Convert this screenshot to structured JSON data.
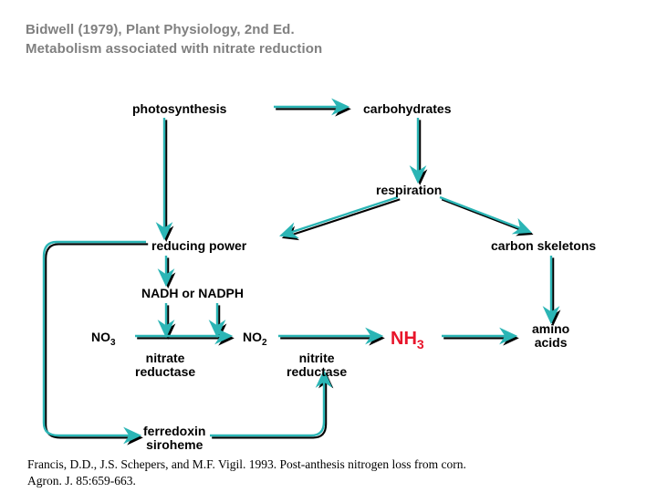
{
  "slide": {
    "background_color": "#ffffff",
    "title": {
      "color": "#808080",
      "line1": "Bidwell (1979), Plant Physiology, 2nd Ed.",
      "line2": "Metabolism associated with nitrate reduction"
    },
    "citation": {
      "line1": "Francis, D.D., J.S. Schepers, and M.F. Vigil.  1993.  Post-anthesis nitrogen loss from corn.",
      "line2": "Agron. J. 85:659-663."
    }
  },
  "theme": {
    "arrow_color": "#2bb5b5",
    "arrow_shadow_color": "#000000",
    "node_text_color": "#000000",
    "highlight_color": "#e8142a"
  },
  "diagram": {
    "type": "flowchart",
    "title": "Metabolism associated with nitrate reduction",
    "nodes": [
      {
        "id": "photosynthesis",
        "label": "photosynthesis"
      },
      {
        "id": "carbohydrates",
        "label": "carbohydrates"
      },
      {
        "id": "respiration",
        "label": "respiration"
      },
      {
        "id": "reducing_power",
        "label": "reducing power"
      },
      {
        "id": "carbon_skeletons",
        "label": "carbon skeletons"
      },
      {
        "id": "nadh_nadph",
        "label": "NADH or NADPH"
      },
      {
        "id": "no3",
        "label": "NO",
        "subscript": "3"
      },
      {
        "id": "no2",
        "label": "NO",
        "subscript": "2"
      },
      {
        "id": "nh3",
        "label": "NH",
        "subscript": "3",
        "color": "#e8142a"
      },
      {
        "id": "amino_acids",
        "label_line1": "amino",
        "label_line2": "acids"
      },
      {
        "id": "nitrate_reductase",
        "label_line1": "nitrate",
        "label_line2": "reductase"
      },
      {
        "id": "nitrite_reductase",
        "label_line1": "nitrite",
        "label_line2": "reductase"
      },
      {
        "id": "ferredoxin",
        "label_line1": "ferredoxin",
        "label_line2": "siroheme"
      }
    ],
    "edges": [
      {
        "from": "photosynthesis_area",
        "to": "carbohydrates",
        "shape": "horizontal"
      },
      {
        "from": "photosynthesis",
        "to": "reducing_power",
        "shape": "vertical"
      },
      {
        "from": "carbohydrates",
        "to": "respiration",
        "shape": "vertical"
      },
      {
        "from": "respiration",
        "to": "reducing_power",
        "shape": "diagonal-left"
      },
      {
        "from": "respiration",
        "to": "carbon_skeletons",
        "shape": "diagonal-right"
      },
      {
        "from": "reducing_power",
        "to": "nadh_nadph",
        "shape": "vertical"
      },
      {
        "from": "nadh_nadph",
        "to": "nitrate_reaction",
        "shape": "vertical"
      },
      {
        "from": "nadh_nadph_right",
        "to": "nitrate_reaction",
        "shape": "vertical"
      },
      {
        "from": "no3",
        "to": "no2",
        "shape": "horizontal"
      },
      {
        "from": "no2",
        "to": "nh3",
        "shape": "horizontal"
      },
      {
        "from": "nh3",
        "to": "amino_acids",
        "shape": "horizontal"
      },
      {
        "from": "carbon_skeletons",
        "to": "amino_acids",
        "shape": "vertical"
      },
      {
        "from": "reducing_power",
        "to": "ferredoxin",
        "shape": "bracket-left-loop"
      },
      {
        "from": "ferredoxin",
        "to": "nitrite_reductase",
        "shape": "loop-right-up"
      }
    ]
  }
}
